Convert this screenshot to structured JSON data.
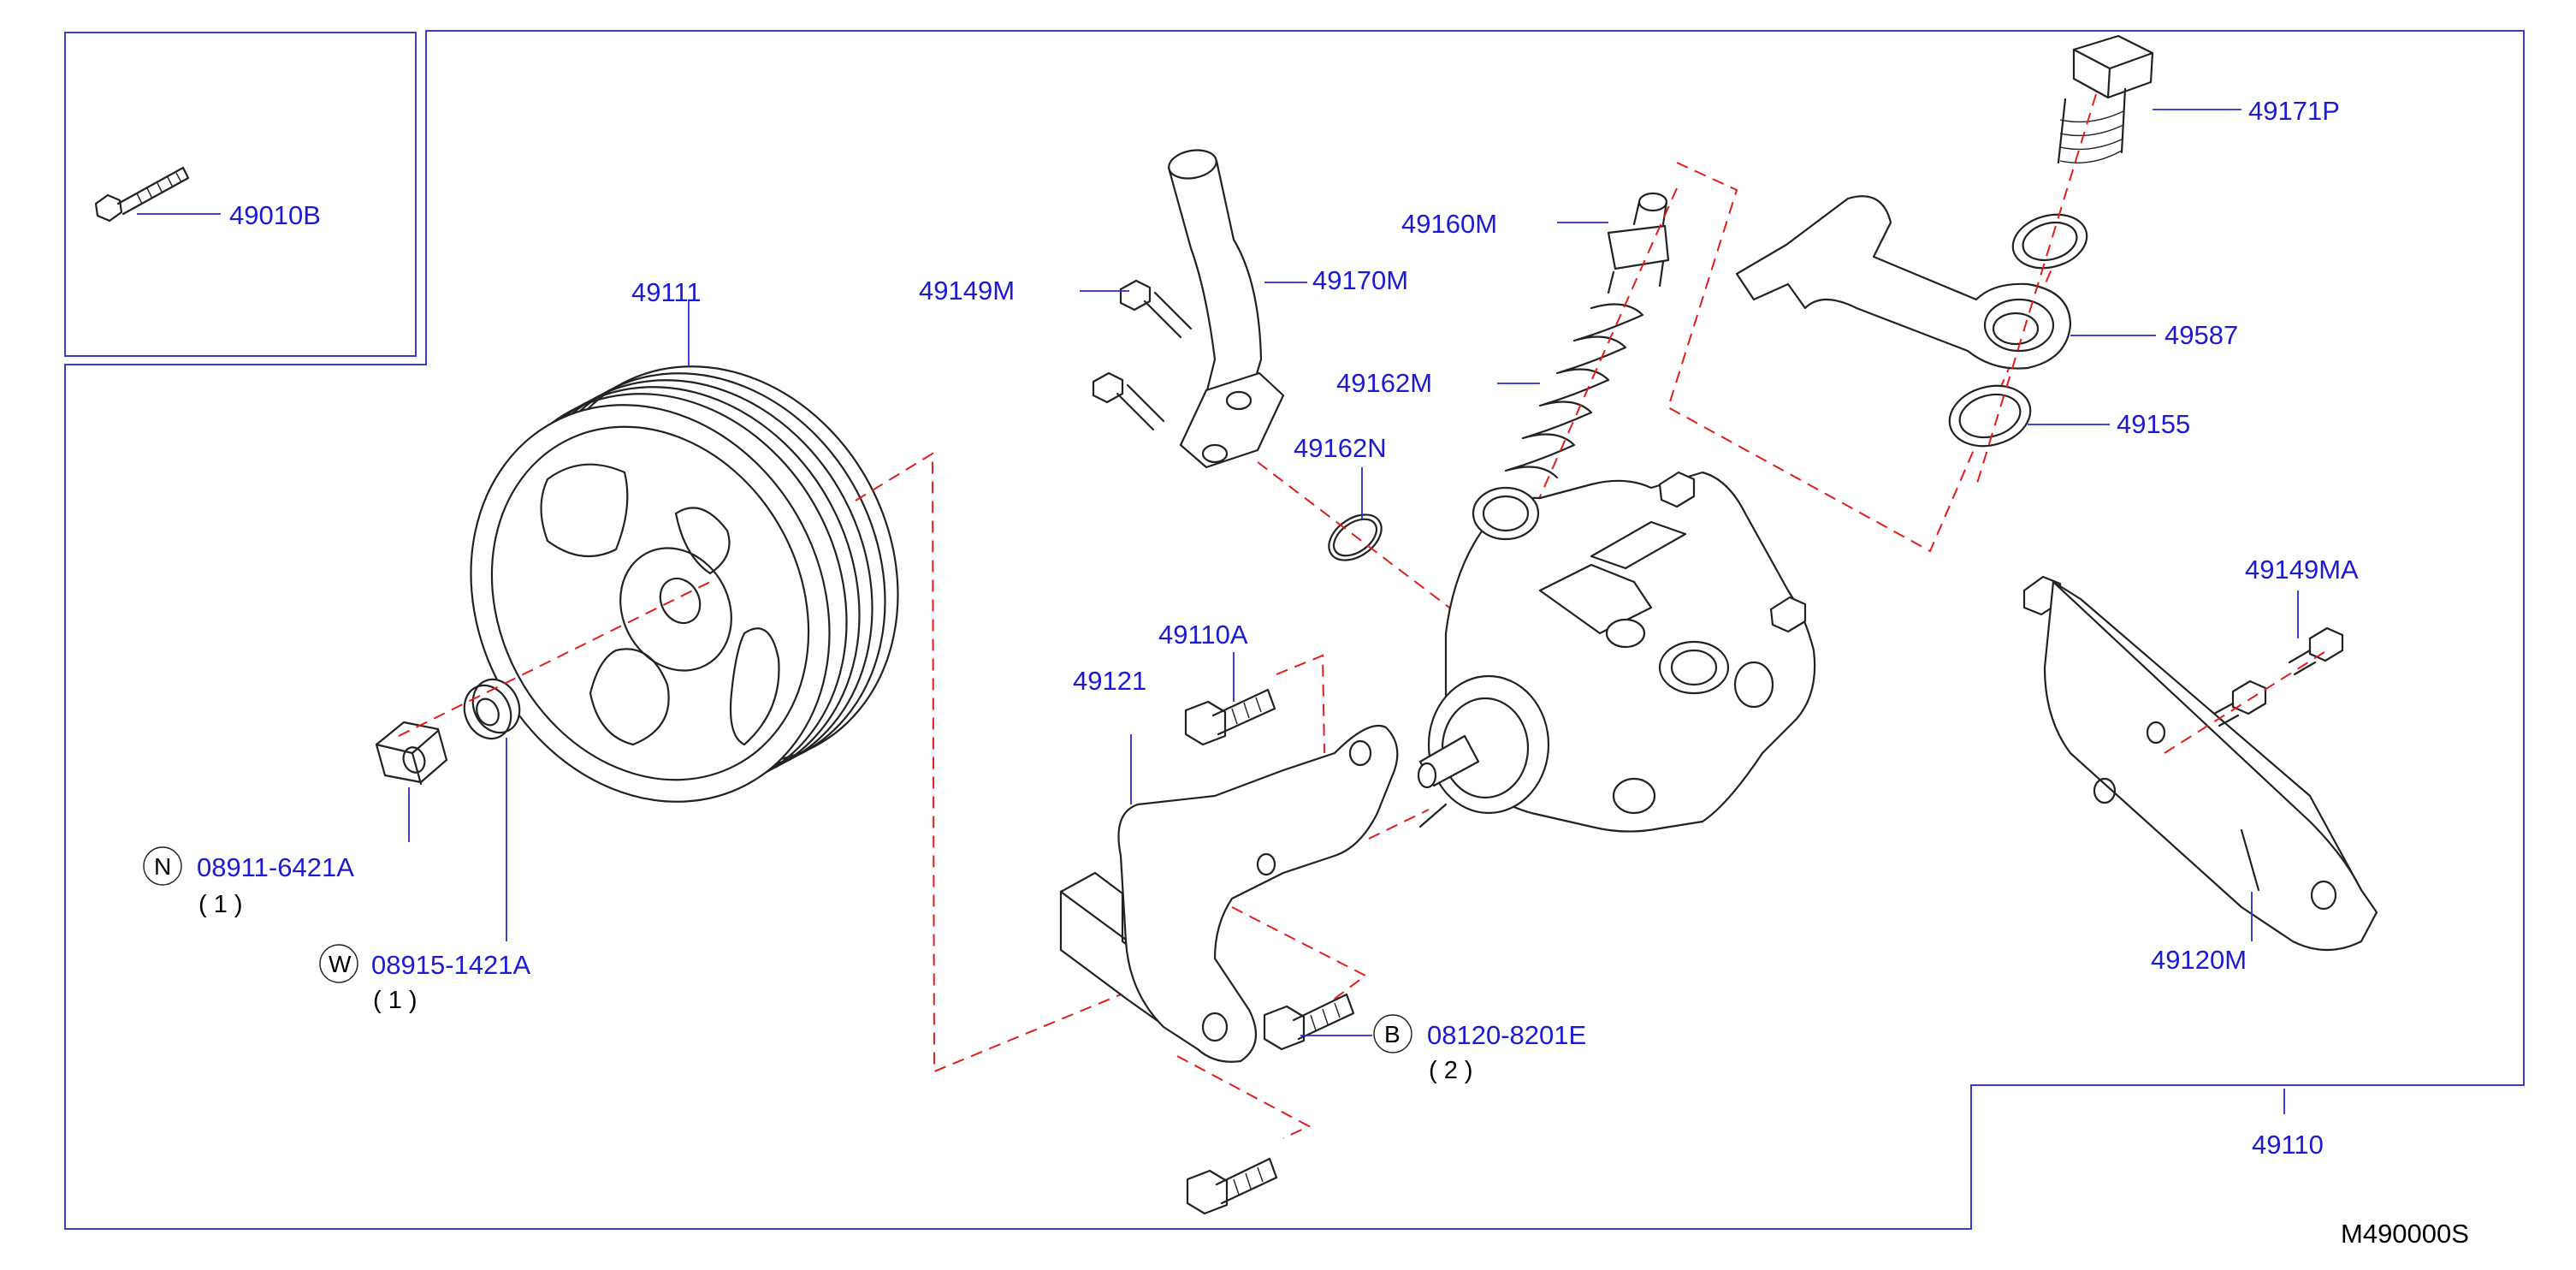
{
  "diagram_id": "M490000S",
  "labels": {
    "p49010B": "49010B",
    "p49111": "49111",
    "p49149M": "49149M",
    "p49170M": "49170M",
    "p49160M": "49160M",
    "p49162M": "49162M",
    "p49162N": "49162N",
    "p49171P": "49171P",
    "p49587": "49587",
    "p49155": "49155",
    "p49149MA": "49149MA",
    "p49110A": "49110A",
    "p49121": "49121",
    "p49120M": "49120M",
    "p49110": "49110",
    "p08911": "08911-6421A",
    "p08915": "08915-1421A",
    "p08120": "08120-8201E"
  },
  "quantities": {
    "q08911": "( 1 )",
    "q08915": "( 1 )",
    "q08120": "( 2 )"
  },
  "callouts": {
    "nut": "N",
    "washer": "W",
    "bolt": "B"
  },
  "colors": {
    "label": "#1a1ad8",
    "frame": "#3a3ad8",
    "centerline": "#e21b1b",
    "part": "#222222"
  }
}
